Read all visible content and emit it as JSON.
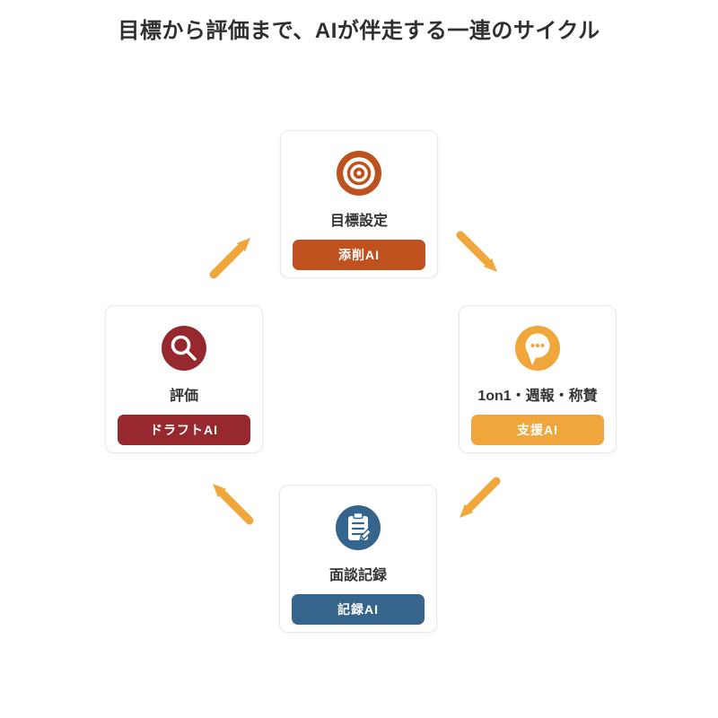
{
  "title": "目標から評価まで、AIが伴走する一連のサイクル",
  "cycle": {
    "nodes": [
      {
        "label": "目標設定",
        "badge": "添削AI",
        "color": "#BE511D",
        "icon": "target-icon",
        "position": "top"
      },
      {
        "label": "1on1・週報・称賛",
        "badge": "支援AI",
        "color": "#F0A63A",
        "icon": "chat-bubble-icon",
        "position": "right"
      },
      {
        "label": "面談記録",
        "badge": "記録AI",
        "color": "#35648D",
        "icon": "clipboard-pencil-icon",
        "position": "bottom"
      },
      {
        "label": "評価",
        "badge": "ドラフトAI",
        "color": "#97282D",
        "icon": "magnifier-icon",
        "position": "left"
      }
    ],
    "arrows": [
      {
        "from": "目標設定",
        "to": "1on1・週報・称賛",
        "direction": "down-right"
      },
      {
        "from": "1on1・週報・称賛",
        "to": "面談記録",
        "direction": "down-left"
      },
      {
        "from": "面談記録",
        "to": "評価",
        "direction": "up-left"
      },
      {
        "from": "評価",
        "to": "目標設定",
        "direction": "up-right"
      }
    ],
    "arrow_color": "#F0A63A",
    "flow": "clockwise"
  }
}
